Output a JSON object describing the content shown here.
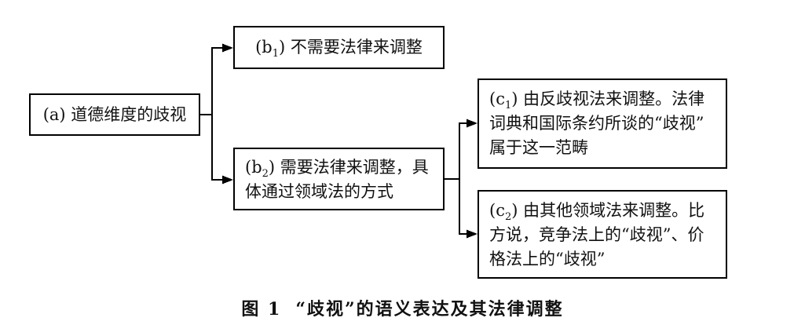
{
  "figure": {
    "nodes": {
      "a": {
        "id_text": "(a)",
        "id_sub": "",
        "text": " 道德维度的歧视"
      },
      "b1": {
        "id_text": "(b",
        "id_sub": "1",
        "text": ") 不需要法律来调整"
      },
      "b2": {
        "id_text": "(b",
        "id_sub": "2",
        "text": ") 需要法律来调整，具\n体通过领域法的方式"
      },
      "c1": {
        "id_text": "(c",
        "id_sub": "1",
        "text": ") 由反歧视法来调整。法律\n词典和国际条约所谈的“歧视”\n属于这一范畴"
      },
      "c2": {
        "id_text": "(c",
        "id_sub": "2",
        "text": ") 由其他领域法来调整。比\n方说，竞争法上的“歧视”、价\n格法上的“歧视”"
      }
    },
    "caption": {
      "label": "图 1",
      "title": "“歧视”的语义表达及其法律调整"
    },
    "colors": {
      "background": "#ffffff",
      "line": "#000000",
      "text": "#111111"
    }
  }
}
